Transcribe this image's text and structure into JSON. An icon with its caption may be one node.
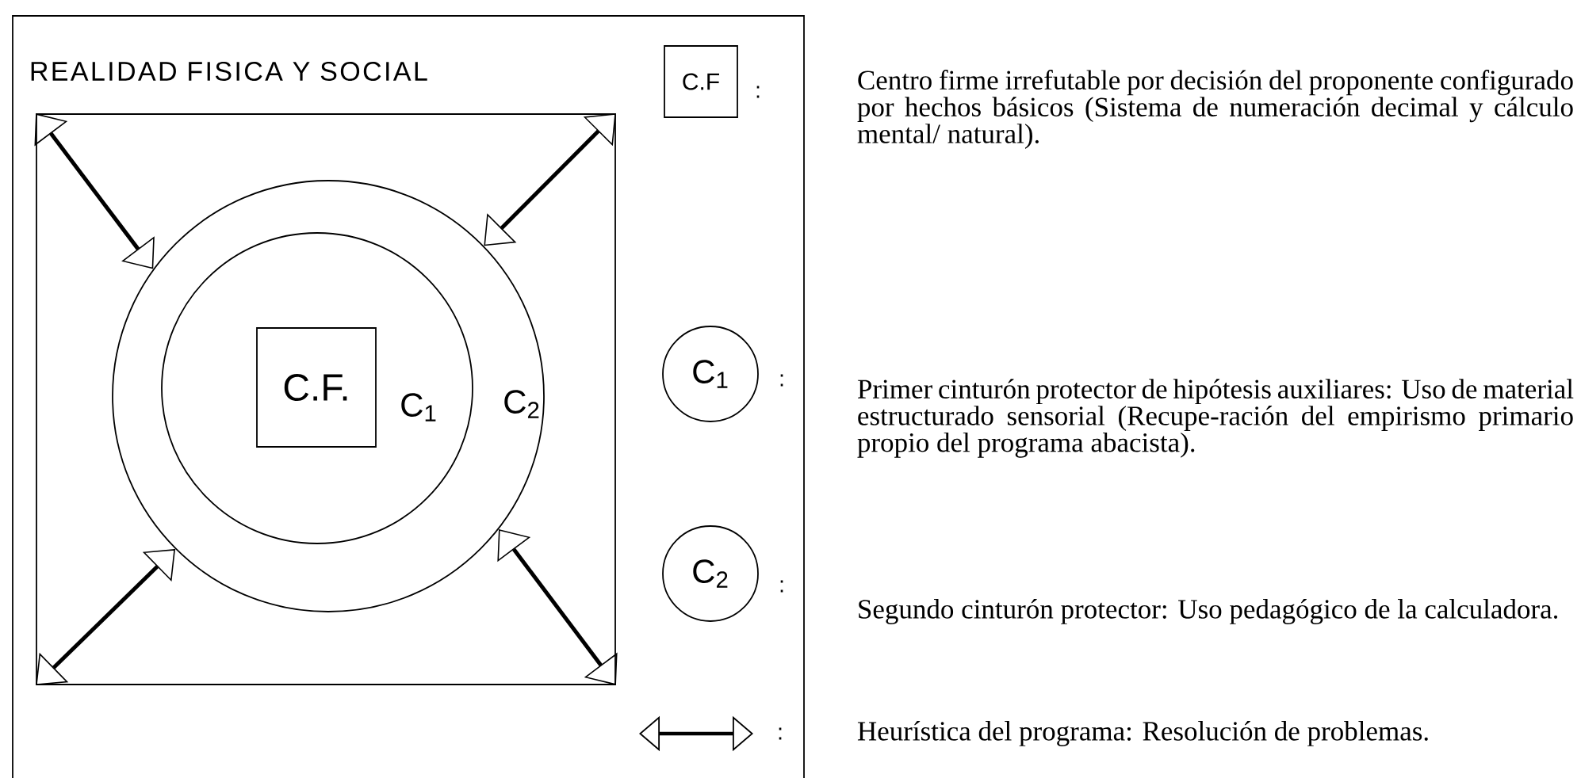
{
  "diagram": {
    "nodes": [
      {
        "text": [
          "REALIDAD FISICA Y SOCIAL"
        ]
      },
      {
        "text": [],
        "shape": "box",
        "in": 0
      },
      {
        "text": [
          "C$_{2}$"
        ],
        "in": 1
      },
      {
        "text": [
          "C$_{1}$"
        ],
        "in": 2
      },
      {
        "text": [
          "C.F."
        ],
        "in": 3
      },
      {
        "text": [
          "C.F"
        ],
        "in": 0,
        "beside": [
          ":"
        ]
      },
      {
        "text": [
          "C$_{1}$"
        ],
        "in": 0,
        "beside": [
          ":"
        ]
      },
      {
        "text": [
          "C$_{2}$"
        ],
        "in": 0,
        "beside": [
          ":"
        ]
      },
      {
        "text": [],
        "shape": "arrow",
        "in": 0,
        "beside": [
          ":"
        ]
      }
    ],
    "edges": [
      {
        "from": 2,
        "to": 1,
        "arrow": "both"
      },
      {
        "from": 2,
        "to": 1,
        "arrow": "both"
      },
      {
        "from": 2,
        "to": 1,
        "arrow": "both"
      },
      {
        "from": 2,
        "to": 1,
        "arrow": "both"
      }
    ],
    "labels": [
      "Centro firme irrefutable por decisión del proponente configurado por hechos básicos (Sistema de numeración decimal y cálculo mental/ natural).",
      "Primer cinturón protector de hipótesis auxiliares: Uso de material estructurado sensorial (Recupe-ración del empirismo primario propio del programa abacista).",
      "Segundo cinturón protector: Uso pedagógico de la calculadora.",
      "Heurística del programa: Resolución de problemas."
    ]
  }
}
